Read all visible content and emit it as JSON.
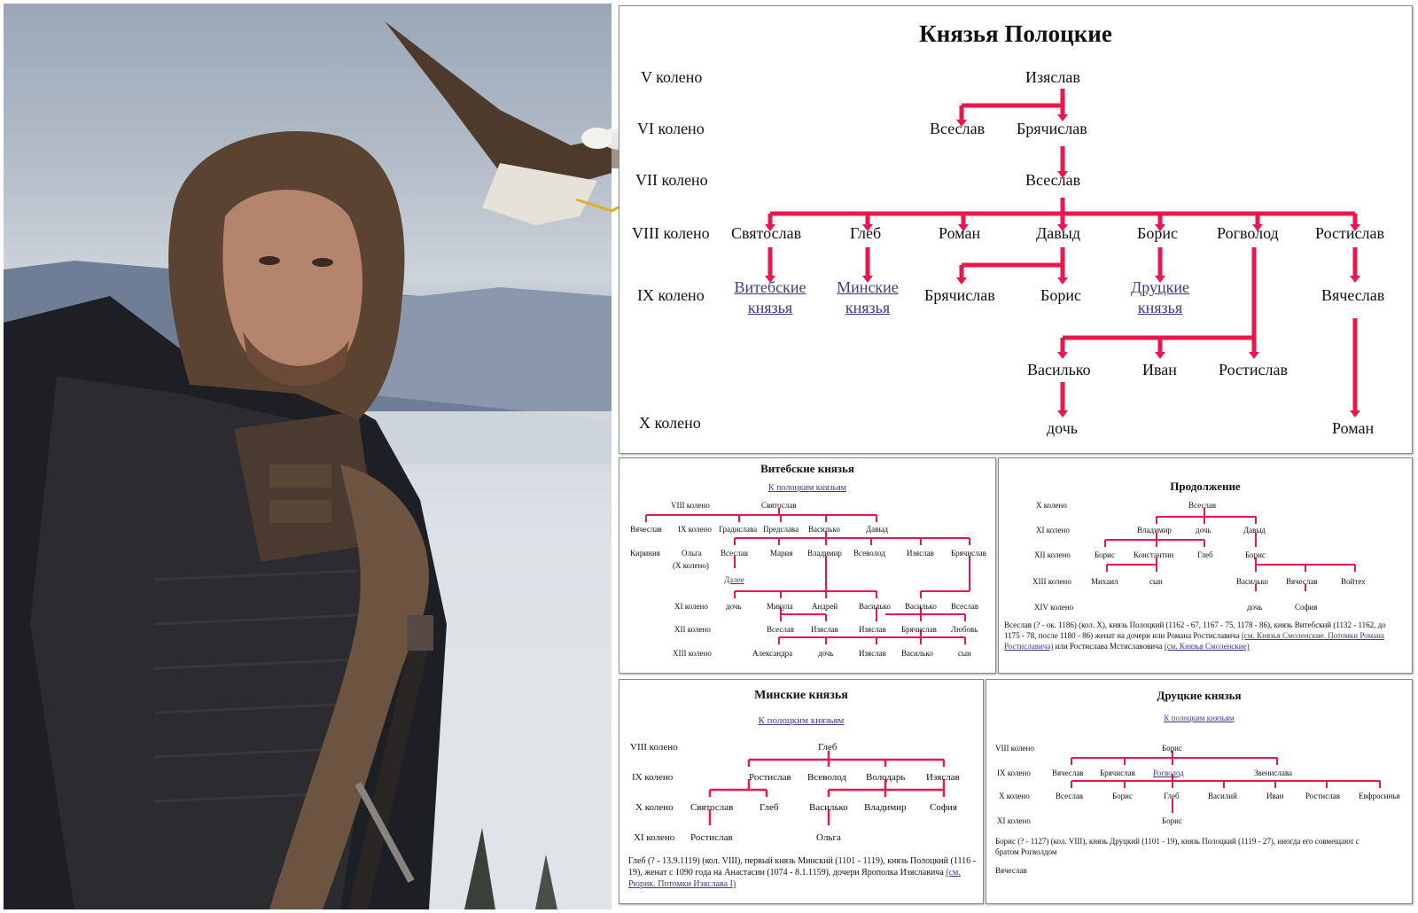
{
  "main": {
    "title": "Князья Полоцкие",
    "generations": [
      "V колено",
      "VI колено",
      "VII колено",
      "VIII колено",
      "IX колено",
      "X колено"
    ],
    "nodes": {
      "izyaslav": "Изяслав",
      "vseslav1": "Всеслав",
      "bryachislav1": "Брячислав",
      "vseslav2": "Всеслав",
      "svyatoslav": "Святослав",
      "gleb": "Глеб",
      "roman1": "Роман",
      "davyd": "Давыд",
      "boris1": "Борис",
      "rogvolod": "Рогволод",
      "rostislav1": "Ростислав",
      "vitebsk_a": "Витебские",
      "vitebsk_b": "князья",
      "minsk_a": "Минские",
      "minsk_b": "князья",
      "bryachislav2": "Брячислав",
      "boris2": "Борис",
      "druck_a": "Друцкие",
      "druck_b": "князья",
      "vyacheslav": "Вячеслав",
      "vasilko": "Василько",
      "ivan": "Иван",
      "rostislav2": "Ростислав",
      "doch": "дочь",
      "roman2": "Роман"
    }
  },
  "vitebsk": {
    "title": "Витебские князья",
    "link": "К полоцким князьям",
    "gens": [
      "VIII колено",
      "IX колено",
      "(X колено)",
      "XI колено",
      "XII колено",
      "XIII колено"
    ],
    "row1": [
      "Святослав"
    ],
    "row2": [
      "Вячеслав",
      "Градислава",
      "Предслава",
      "Василько",
      "Давыд"
    ],
    "row3": [
      "Кириния",
      "Ольга",
      "Всеслав",
      "Мария",
      "Владимир",
      "Всеволод",
      "Изяслав",
      "Брячислав"
    ],
    "dalee": "Далее",
    "row4": [
      "дочь",
      "Микула",
      "Андрей",
      "Василько",
      "Василько",
      "Всеслав"
    ],
    "row5": [
      "Всеслав",
      "Изяслав",
      "Изяслав",
      "Брячислав",
      "Любовь"
    ],
    "row6": [
      "Александра",
      "дочь",
      "Изяслав",
      "Василько",
      "сын"
    ]
  },
  "cont": {
    "title": "Продолжение",
    "gens": [
      "X колено",
      "XI колено",
      "XII колено",
      "XIII колено",
      "XIV колено"
    ],
    "row1": [
      "Всеслав"
    ],
    "row2": [
      "Владимир",
      "дочь",
      "Давыд"
    ],
    "row3": [
      "Борис",
      "Константин",
      "Глеб",
      "Борис"
    ],
    "row4": [
      "Михаил",
      "сын",
      "Василько",
      "Вячеслав",
      "Войтех"
    ],
    "row5": [
      "дочь",
      "София"
    ],
    "note": "Всеслав (? - ок. 1186) (кол. X), князь Полоцкий (1162 - 67, 1167 - 75, 1178 - 86), князь Витебский (1132 - 1162, до 1175 - 78, после 1180 - 86) женат на дочери или Романа Ростиславича",
    "note_link1": "(см. Князья Смоленские. Потомки Романа Ростиславича)",
    "note_mid": "или Ростислава Мстиславовича",
    "note_link2": "(см. Князья Смоленские)"
  },
  "minsk": {
    "title": "Минские князья",
    "link": "К полоцким князьям",
    "gens": [
      "VIII колено",
      "IX колено",
      "X колено",
      "XI колено"
    ],
    "row1": [
      "Глеб"
    ],
    "row2": [
      "Ростислав",
      "Всеволод",
      "Володарь",
      "Изяслав"
    ],
    "row3": [
      "Святослав",
      "Глеб",
      "Василько",
      "Владимир",
      "София"
    ],
    "row4": [
      "Ростислав",
      "Ольга"
    ],
    "note": "Глеб (? - 13.9.1119) (кол. VIII), первый князь Минский (1101 - 1119), князь Полоцкий (1116 - 19), женат с 1090 года на Анастасии (1074 - 8.1.1159), дочери Ярополка Изяславича",
    "note_link": "(см. Рюрик. Потомки Изяслава I)"
  },
  "druck": {
    "title": "Друцкие князья",
    "link": "К полоцким князьям",
    "gens": [
      "VIII колено",
      "IX колено",
      "X колено",
      "XI колено"
    ],
    "row1": [
      "Борис"
    ],
    "row2": [
      "Вячеслав",
      "Брячислав",
      "Рогволод",
      "Звенислава"
    ],
    "row3": [
      "Всеслав",
      "Борис",
      "Глеб",
      "Василий",
      "Иван",
      "Ростислав",
      "Евфросинья"
    ],
    "row4": [
      "Борис"
    ],
    "note": "Борис (? - 1127) (кол. VIII), князь Друцкий (1101 - 19), князь Полоцкий (1119 - 27), иногда его совмещают с братом Рогволдом",
    "bottom": "Вячеслав"
  }
}
